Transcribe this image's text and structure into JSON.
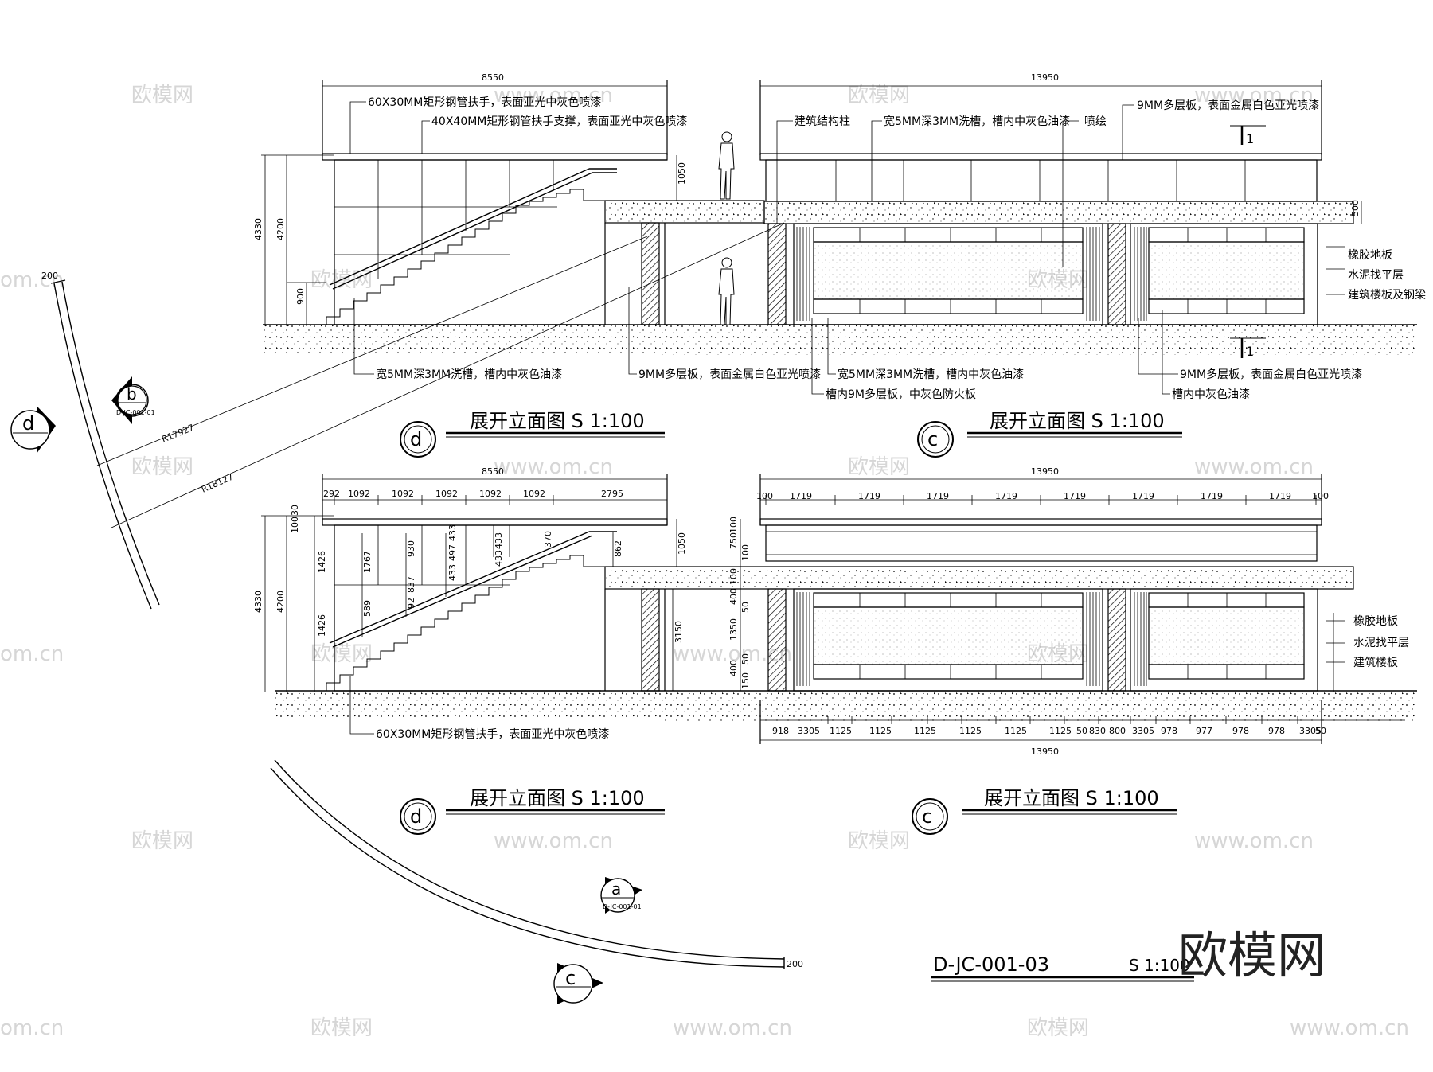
{
  "upper_d": {
    "overall_width": "8550",
    "height_4330": "4330",
    "height_4200": "4200",
    "height_900": "900",
    "height_1050": "1050",
    "labels": {
      "handrail": "60X30MM矩形钢管扶手，表面亚光中灰色喷漆",
      "support": "40X40MM矩形钢管扶手支撑，表面亚光中灰色喷漆",
      "groove": "宽5MM深3MM洗槽，槽内中灰色油漆",
      "board": "9MM多层板，表面金属白色亚光喷漆"
    },
    "radius_1": "R17927",
    "radius_2": "R18127",
    "thickness": "200",
    "title": "展开立面图 S 1:100",
    "marker": "d"
  },
  "upper_c": {
    "overall_width": "13950",
    "height_500": "500",
    "labels": {
      "column": "建筑结构柱",
      "groove_top": "宽5MM深3MM洗槽，槽内中灰色油漆",
      "paint": "喷绘",
      "board_top": "9MM多层板，表面金属白色亚光喷漆",
      "rubber": "橡胶地板",
      "cement": "水泥找平层",
      "slab_beam": "建筑楼板及钢梁",
      "groove_bottom": "宽5MM深3MM洗槽，槽内中灰色油漆",
      "fire_board": "槽内9M多层板，中灰色防火板",
      "board_bottom": "9MM多层板，表面金属白色亚光喷漆",
      "groove_paint": "槽内中灰色油漆"
    },
    "section_mark": "1",
    "title": "展开立面图 S 1:100",
    "marker": "c"
  },
  "lower_d": {
    "overall_width": "8550",
    "top_dims": [
      "292",
      "1092",
      "1092",
      "1092",
      "1092",
      "1092",
      "2795"
    ],
    "left_dims": [
      "100",
      "30",
      "1426",
      "1426",
      "4330",
      "4200"
    ],
    "inner_dims": [
      "1767",
      "589",
      "930",
      "837",
      "92",
      "433",
      "497",
      "433",
      "433",
      "433",
      "370",
      "862",
      "3150",
      "1050"
    ],
    "label_handrail": "60X30MM矩形钢管扶手，表面亚光中灰色喷漆",
    "title": "展开立面图 S 1:100",
    "marker": "d"
  },
  "lower_c": {
    "overall_width": "13950",
    "top_dims": [
      "100",
      "1719",
      "1719",
      "1719",
      "1719",
      "1719",
      "1719",
      "1719",
      "1719",
      "100"
    ],
    "right_dims": [
      "100",
      "750",
      "100",
      "100",
      "400",
      "50",
      "1350",
      "50",
      "400",
      "150"
    ],
    "bottom_dims": [
      "918",
      "3305",
      "1125",
      "1125",
      "1125",
      "1125",
      "1125",
      "1125",
      "50",
      "830",
      "800",
      "3305",
      "978",
      "977",
      "978",
      "978",
      "3305",
      "50"
    ],
    "bottom_total": "13950",
    "labels": {
      "rubber": "橡胶地板",
      "cement": "水泥找平层",
      "slab": "建筑楼板"
    },
    "title": "展开立面图 S 1:100",
    "marker": "c"
  },
  "plan": {
    "thickness": "200",
    "markers": [
      "b",
      "a",
      "c",
      "d"
    ],
    "sheet_ref": "D-JC-001-01"
  },
  "sheet": {
    "code": "D-JC-001-03",
    "scale": "S 1:100"
  },
  "watermark": {
    "text_cn": "欧模网",
    "text_url": "www.om.cn",
    "text_short": "om.cn"
  }
}
